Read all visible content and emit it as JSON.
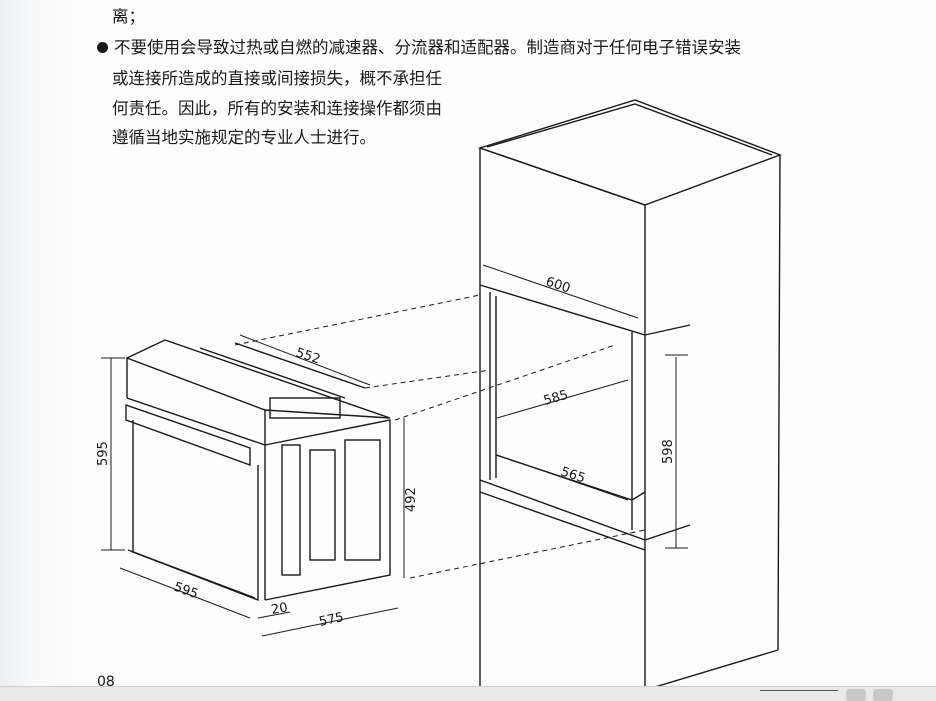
{
  "document": {
    "lines": [
      "离；",
      "不要使用会导致过热或自燃的减速器、分流器和适配器。制造商对于任何电子错误安装",
      "或连接所造成的直接或间接损失，概不承担任",
      "何责任。因此，所有的安装和连接操作都须由",
      "遵循当地实施规定的专业人士进行。"
    ],
    "page_number": "08"
  },
  "diagram": {
    "oven_dimensions": {
      "height": "595",
      "width": "595",
      "depth": "552",
      "body_height": "492",
      "front_offset": "20",
      "body_depth": "575"
    },
    "cabinet_dimensions": {
      "width": "600",
      "inner_width": "585",
      "inner_depth": "565",
      "inner_height": "598"
    }
  }
}
